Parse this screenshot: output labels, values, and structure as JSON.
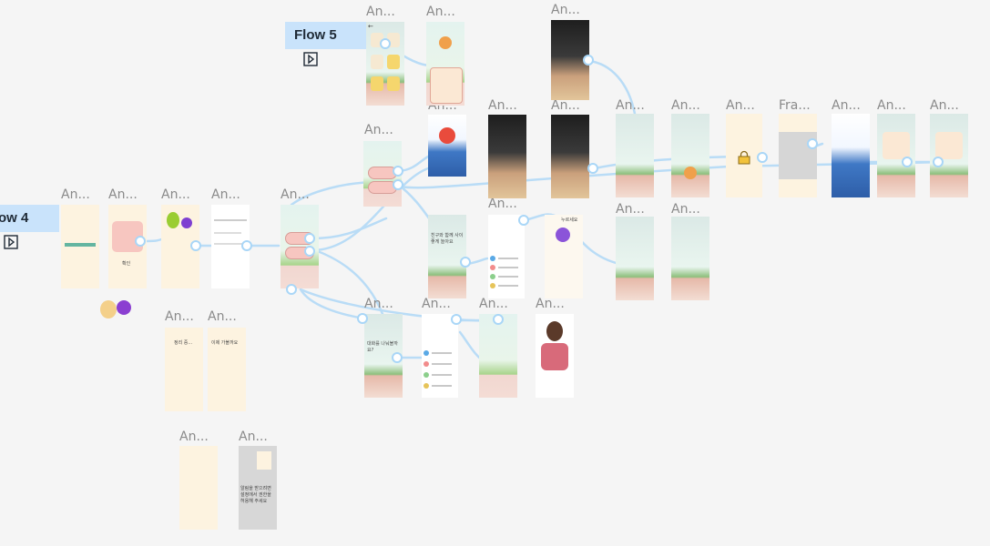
{
  "canvas": {
    "background": "#f5f5f5",
    "connector_color": "#b9dcf6"
  },
  "flows": [
    {
      "label": "Flow 5"
    },
    {
      "label": "ow 4"
    }
  ],
  "frame_labels": {
    "an": "An...",
    "fra": "Fra..."
  },
  "screens": {
    "confirm_button": "확인",
    "start_line": "이제 가볼까요",
    "loading_text": "정리 중...",
    "goal_text": "친구와 함께 사이좋게 놀아요",
    "tap_prompt": "누르세요",
    "recording_title": "대화를 나눠볼까요?",
    "gray_note": "알림을 받으려면 설정에서 권한을 허용해 주세요"
  },
  "icons": {
    "play": "play-icon",
    "lock": "lock-icon",
    "back": "back-arrow-icon"
  }
}
